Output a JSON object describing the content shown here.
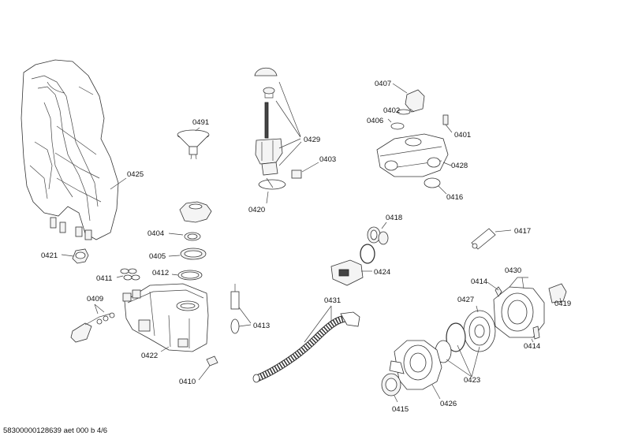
{
  "labels": {
    "p0407": "0407",
    "p0402": "0402",
    "p0406": "0406",
    "p0401": "0401",
    "p0428": "0428",
    "p0416": "0416",
    "p0429": "0429",
    "p0403": "0403",
    "p0420": "0420",
    "p0491": "0491",
    "p0425": "0425",
    "p0421": "0421",
    "p0404": "0404",
    "p0405": "0405",
    "p0411": "0411",
    "p0412": "0412",
    "p0409": "0409",
    "p0413": "0413",
    "p0422": "0422",
    "p0410": "0410",
    "p0431": "0431",
    "p0418": "0418",
    "p0424": "0424",
    "p0417": "0417",
    "p0414a": "0414",
    "p0430": "0430",
    "p0419": "0419",
    "p0427": "0427",
    "p0414b": "0414",
    "p0423": "0423",
    "p0426": "0426",
    "p0415": "0415"
  },
  "footer": "58300000128639 aet 000 b 4/6"
}
